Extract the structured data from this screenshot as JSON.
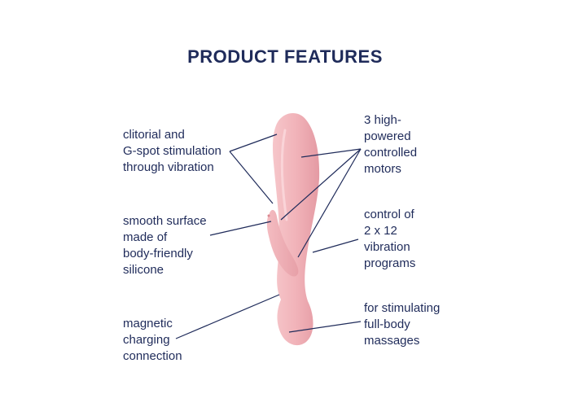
{
  "title": "PRODUCT FEATURES",
  "colors": {
    "text": "#1f2b5a",
    "product": "#f2b8bd",
    "product_shade": "#e89aa2",
    "line": "#1f2b5a"
  },
  "features": {
    "stimulation": [
      "clitorial and",
      "G-spot stimulation",
      "through vibration"
    ],
    "surface": [
      "smooth surface",
      "made of",
      "body-friendly",
      "silicone"
    ],
    "charging": [
      "magnetic",
      "charging",
      "connection"
    ],
    "motors": [
      "3 high-",
      "powered",
      "controlled",
      "motors"
    ],
    "programs": [
      "control of",
      "2 x 12",
      "vibration",
      "programs"
    ],
    "massages": [
      "for stimulating",
      "full-body",
      "massages"
    ]
  }
}
